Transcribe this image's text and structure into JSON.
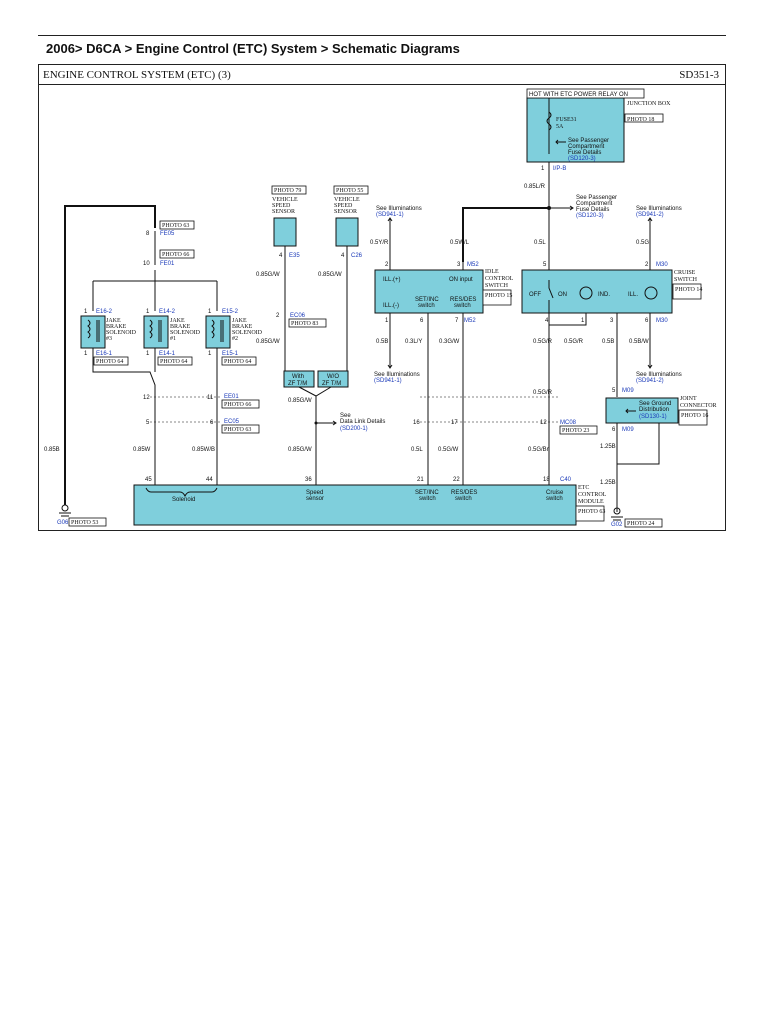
{
  "breadcrumb": "2006> D6CA > Engine Control (ETC) System > Schematic Diagrams",
  "diagram": {
    "title": "ENGINE CONTROL SYSTEM (ETC) (3)",
    "code": "SD351-3",
    "hot_label": "HOT WITH ETC POWER RELAY ON",
    "junction_box": "JUNCTION BOX",
    "photo_18": "PHOTO 18",
    "fuse_name": "FUSE31",
    "fuse_amp": "5A",
    "fuse_see1": "See Passenger",
    "fuse_see2": "Compartment",
    "fuse_see3": "Fuse Details",
    "fuse_ref": "(SD120-3)",
    "conn_i_p_b": "I/P-B",
    "wire_085lr": "0.85L/R",
    "pass_see1": "See Passenger",
    "pass_see2": "Compartment",
    "pass_see3": "Fuse Details",
    "pass_ref": "(SD120-3)",
    "see_illum": "See Illuminations",
    "illum_ref1": "(SD941-1)",
    "illum_ref2": "(SD941-2)",
    "photo_79": "PHOTO 79",
    "photo_55": "PHOTO 55",
    "vss1": "VEHICLE",
    "vss2": "SPEED",
    "vss3": "SENSOR",
    "conn_e35": "E35",
    "conn_c26": "C26",
    "wire_085gw": "0.85G/W",
    "photo_63": "PHOTO 63",
    "photo_66": "PHOTO 66",
    "conn_fe05": "FE05",
    "conn_fe01": "FE01",
    "conn_e16_2": "E16-2",
    "conn_e14_2": "E14-2",
    "conn_e15_2": "E15-2",
    "conn_e16_1": "E16-1",
    "conn_e14_1": "E14-1",
    "conn_e15_1": "E15-1",
    "jake": "JAKE",
    "brake": "BRAKE",
    "solenoid": "SOLENOID",
    "num3": "#3",
    "num1": "#1",
    "num2": "#2",
    "photo_64": "PHOTO 64",
    "photo_83": "PHOTO 83",
    "conn_ec06": "EC06",
    "with_zf": "With",
    "wo_zf": "W/O",
    "zf_tm": "ZF T/M",
    "conn_m52": "M52",
    "idle1": "IDLE",
    "idle2": "CONTROL",
    "idle3": "SWITCH",
    "photo_15": "PHOTO 15",
    "ill_plus": "ILL.(+)",
    "ill_minus": "ILL.(-)",
    "on_input": "ON input",
    "set_inc": "SET/INC",
    "res_des": "RES/DES",
    "switch_word": "switch",
    "wire_05yr": "0.5Y/R",
    "wire_05wl": "0.5W/L",
    "wire_05l": "0.5L",
    "wire_05g": "0.5G",
    "wire_05b": "0.5B",
    "wire_03ly": "0.3L/Y",
    "wire_03gw": "0.3G/W",
    "wire_05gr": "0.5G/R",
    "wire_05bw": "0.5B/W",
    "wire_05gw": "0.5G/W",
    "wire_05gbr": "0.5G/Br",
    "wire_085w": "0.85W",
    "wire_085wb": "0.85W/B",
    "wire_085b": "0.85B",
    "wire_125b": "1.25B",
    "conn_m30": "M30",
    "cruise1": "CRUISE",
    "cruise2": "SWITCH",
    "photo_14": "PHOTO 14",
    "off": "OFF",
    "on": "ON",
    "ind": "IND.",
    "ill": "ILL.",
    "conn_m09": "M09",
    "see_ground": "See Ground",
    "distribution": "Distribution",
    "ground_ref": "(SD130-1)",
    "joint1": "JOINT",
    "joint2": "CONNECTOR",
    "photo_16": "PHOTO 16",
    "see_dld": "See",
    "dld": "Data Link Details",
    "dld_ref": "(SD200-1)",
    "conn_ee01": "EE01",
    "conn_ec05": "EC05",
    "conn_mc08": "MC08",
    "photo_23": "PHOTO 23",
    "conn_c40": "C40",
    "etc1": "ETC",
    "etc2": "CONTROL",
    "etc3": "MODULE",
    "photo_63b": "PHOTO 63",
    "solenoid_lbl": "Solenoid",
    "speed": "Speed",
    "sensor": "sensor",
    "cruise_lbl": "Cruise",
    "conn_g06": "G06",
    "photo_53": "PHOTO 53",
    "conn_g02": "G02",
    "photo_24": "PHOTO 24",
    "pins": {
      "p8": "8",
      "p10": "10",
      "p1": "1",
      "p2": "2",
      "p3": "3",
      "p4": "4",
      "p5": "5",
      "p6": "6",
      "p7": "7",
      "p11": "11",
      "p12": "12",
      "p16": "16",
      "p17": "17",
      "p18": "18",
      "p21": "21",
      "p22": "22",
      "p36": "36",
      "p44": "44",
      "p45": "45"
    },
    "colors": {
      "module_fill": "#7fcfdc",
      "conn_blue": "#1a39b8",
      "ink": "#111111"
    }
  }
}
